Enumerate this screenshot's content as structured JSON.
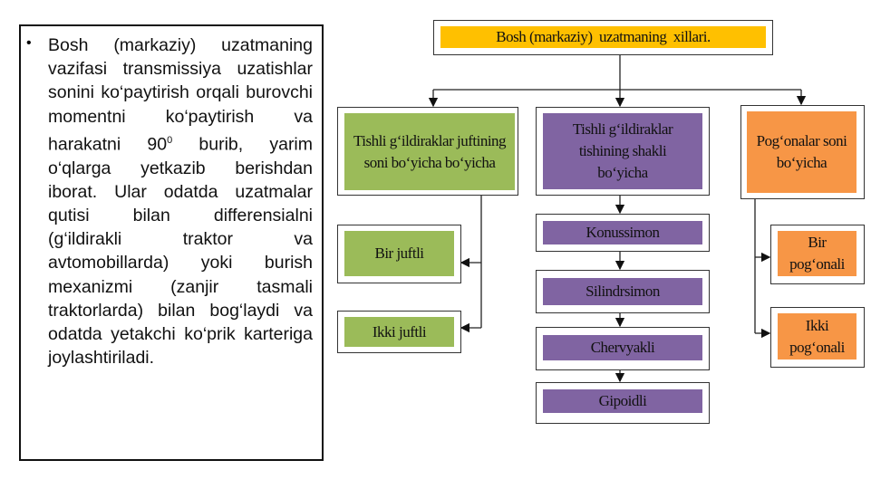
{
  "text_panel": {
    "paragraph_before_sup": "Bosh (markaziy) uzatmaning vazifasi transmissiya uzatishlar sonini ko‘paytirish orqali burovchi momentni ko‘paytirish va harakatni 90",
    "sup": "0",
    "paragraph_after_sup": " burib, yarim o‘qlarga yetkazib berishdan iborat. Ular odatda uzatmalar qutisi bilan differensialni (g‘ildirakli traktor va avtomobillarda) yoki burish mexanizmi (zanjir tasmali traktorlarda) bilan bog‘laydi va odatda yetakchi ko‘prik karteriga joylashtiriladi."
  },
  "diagram": {
    "title": "Bosh (markaziy)  uzatmaning  xillari.",
    "left": {
      "label": "Tishli g‘ildiraklar juftining  soni bo‘yicha bo‘yicha",
      "children": [
        "Bir juftli",
        "Ikki juftli"
      ]
    },
    "middle": {
      "label": "Tishli g‘ildiraklar tishining shakli bo‘yicha",
      "children": [
        "Konussimon",
        "Silindrsimon",
        "Chervyakli",
        "Gipoidli"
      ]
    },
    "right": {
      "label": "Pog‘onalar soni bo‘yicha",
      "children": [
        "Bir pog‘onali",
        "Ikki pog‘onali"
      ]
    }
  },
  "colors": {
    "yellow": "#ffc000",
    "green": "#9bbb59",
    "purple": "#8064a2",
    "orange": "#f79646"
  }
}
